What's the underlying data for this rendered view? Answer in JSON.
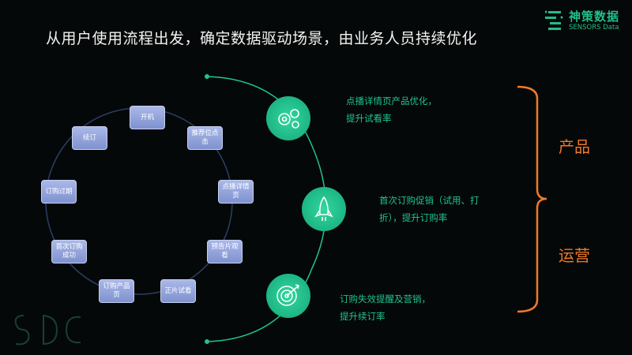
{
  "title": "从用户使用流程出发，确定数据驱动场景，由业务人员持续优化",
  "logo": {
    "cn": "神策数据",
    "en": "SENSORS Data"
  },
  "cycle": [
    "开机",
    "推荐位点击",
    "点播详情页",
    "预告片观看",
    "正片试看",
    "订购产品页",
    "首次订购成功",
    "订购过期",
    "续订"
  ],
  "steps": [
    {
      "icon": "gears-icon",
      "line1": "点播详情页产品优化，",
      "line2": "提升试看率"
    },
    {
      "icon": "rocket-icon",
      "line1": "首次订购促销（试用、打",
      "line2": "折），提升订购率"
    },
    {
      "icon": "target-icon",
      "line1": "订购失效提醒及营销，",
      "line2": "提升续订率"
    }
  ],
  "side": {
    "product": "产品",
    "ops": "运营"
  },
  "colors": {
    "accent": "#1ec48e",
    "orange": "#f07a26",
    "box": "#8fa0d8"
  }
}
